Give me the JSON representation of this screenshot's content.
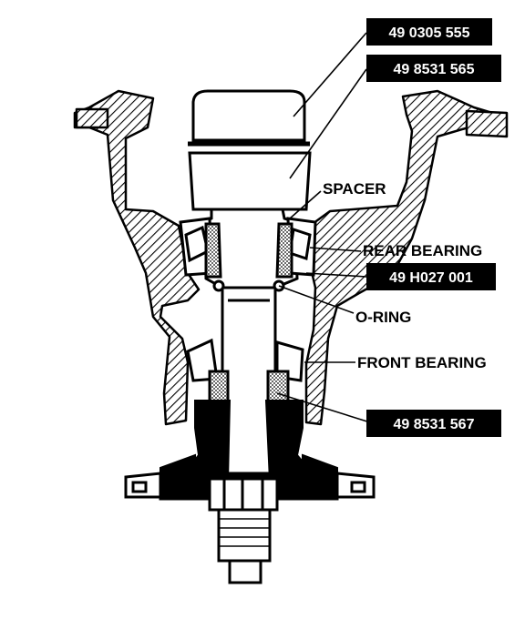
{
  "labels": {
    "tool_1": "49 0305 555",
    "tool_2": "49 8531 565",
    "spacer": "SPACER",
    "rear_bearing": "REAR BEARING",
    "tool_3": "49 H027 001",
    "o_ring": "O-RING",
    "front_bearing": "FRONT BEARING",
    "tool_4": "49 8531 567"
  },
  "colors": {
    "ink": "#000000",
    "paper": "#ffffff",
    "hatch": "#000000"
  }
}
